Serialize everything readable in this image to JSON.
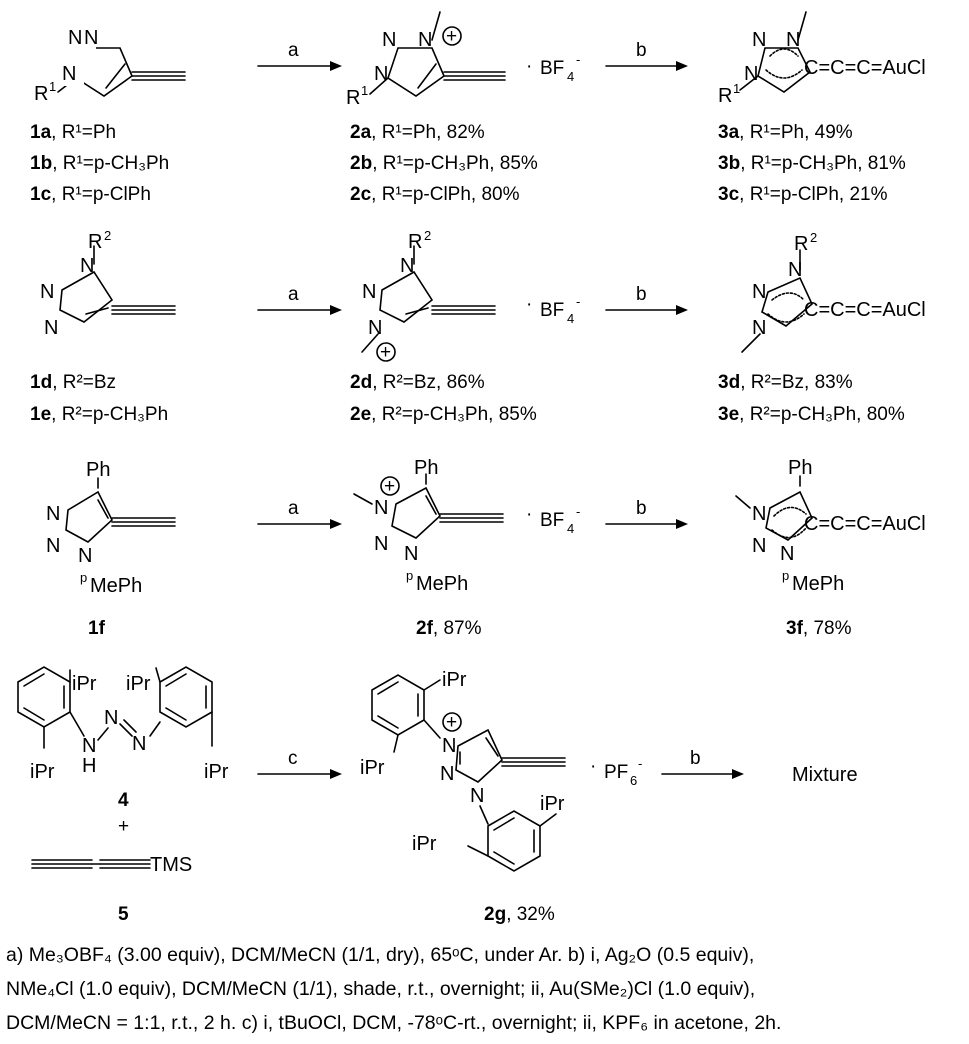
{
  "row1": {
    "c1": {
      "id": "1a",
      "r": "R¹=Ph",
      "lines": [
        {
          "id": "1a",
          "text": ", R¹=Ph"
        },
        {
          "id": "1b",
          "text": ", R¹=p-CH₃Ph"
        },
        {
          "id": "1c",
          "text": ", R¹=p-ClPh"
        }
      ]
    },
    "arrow_a": "a",
    "arrow_b": "b",
    "counter_ion": "BF4-",
    "c2": [
      {
        "id": "2a",
        "text": ", R¹=Ph, 82%"
      },
      {
        "id": "2b",
        "text": ", R¹=p-CH₃Ph, 85%"
      },
      {
        "id": "2c",
        "text": ", R¹=p-ClPh, 80%"
      }
    ],
    "c3": [
      {
        "id": "3a",
        "text": ", R¹=Ph, 49%"
      },
      {
        "id": "3b",
        "text": ", R¹=p-CH₃Ph, 81%"
      },
      {
        "id": "3c",
        "text": ", R¹=p-ClPh, 21%"
      }
    ]
  },
  "row2": {
    "c1": [
      {
        "id": "1d",
        "text": ", R²=Bz"
      },
      {
        "id": "1e",
        "text": ", R²=p-CH₃Ph"
      }
    ],
    "c2": [
      {
        "id": "2d",
        "text": ", R²=Bz, 86%"
      },
      {
        "id": "2e",
        "text": ", R²=p-CH₃Ph, 85%"
      }
    ],
    "c3": [
      {
        "id": "3d",
        "text": ", R²=Bz, 83%"
      },
      {
        "id": "3e",
        "text": ", R²=p-CH₃Ph, 80%"
      }
    ]
  },
  "row3": {
    "c1": "1f",
    "c2_id": "2f",
    "c2_yield": ", 87%",
    "c3_id": "3f",
    "c3_yield": ", 78%"
  },
  "row4": {
    "c1": "4",
    "plus": "+",
    "c1b": "5",
    "c2_id": "2g",
    "c2_yield": ", 32%",
    "arrow_c": "c",
    "counter_ion": "PF6-",
    "product": "Mixture"
  },
  "atoms": {
    "N": "N",
    "H": "H",
    "Ph": "Ph",
    "iPr": "iPr",
    "pMePh": "MePh",
    "TMS": "TMS",
    "chain": "C=C=C=AuCl",
    "R1": "R",
    "R2": "R"
  },
  "footnote": [
    "a) Me₃OBF₄ (3.00 equiv), DCM/MeCN (1/1, dry), 65ᵒC, under Ar. b) i, Ag₂O (0.5 equiv),",
    "NMe₄Cl (1.0 equiv), DCM/MeCN (1/1), shade, r.t., overnight; ii, Au(SMe₂)Cl (1.0 equiv),",
    "DCM/MeCN = 1:1, r.t., 2 h. c) i, tBuOCl, DCM, -78ᵒC-rt., overnight; ii, KPF₆ in acetone, 2h."
  ]
}
